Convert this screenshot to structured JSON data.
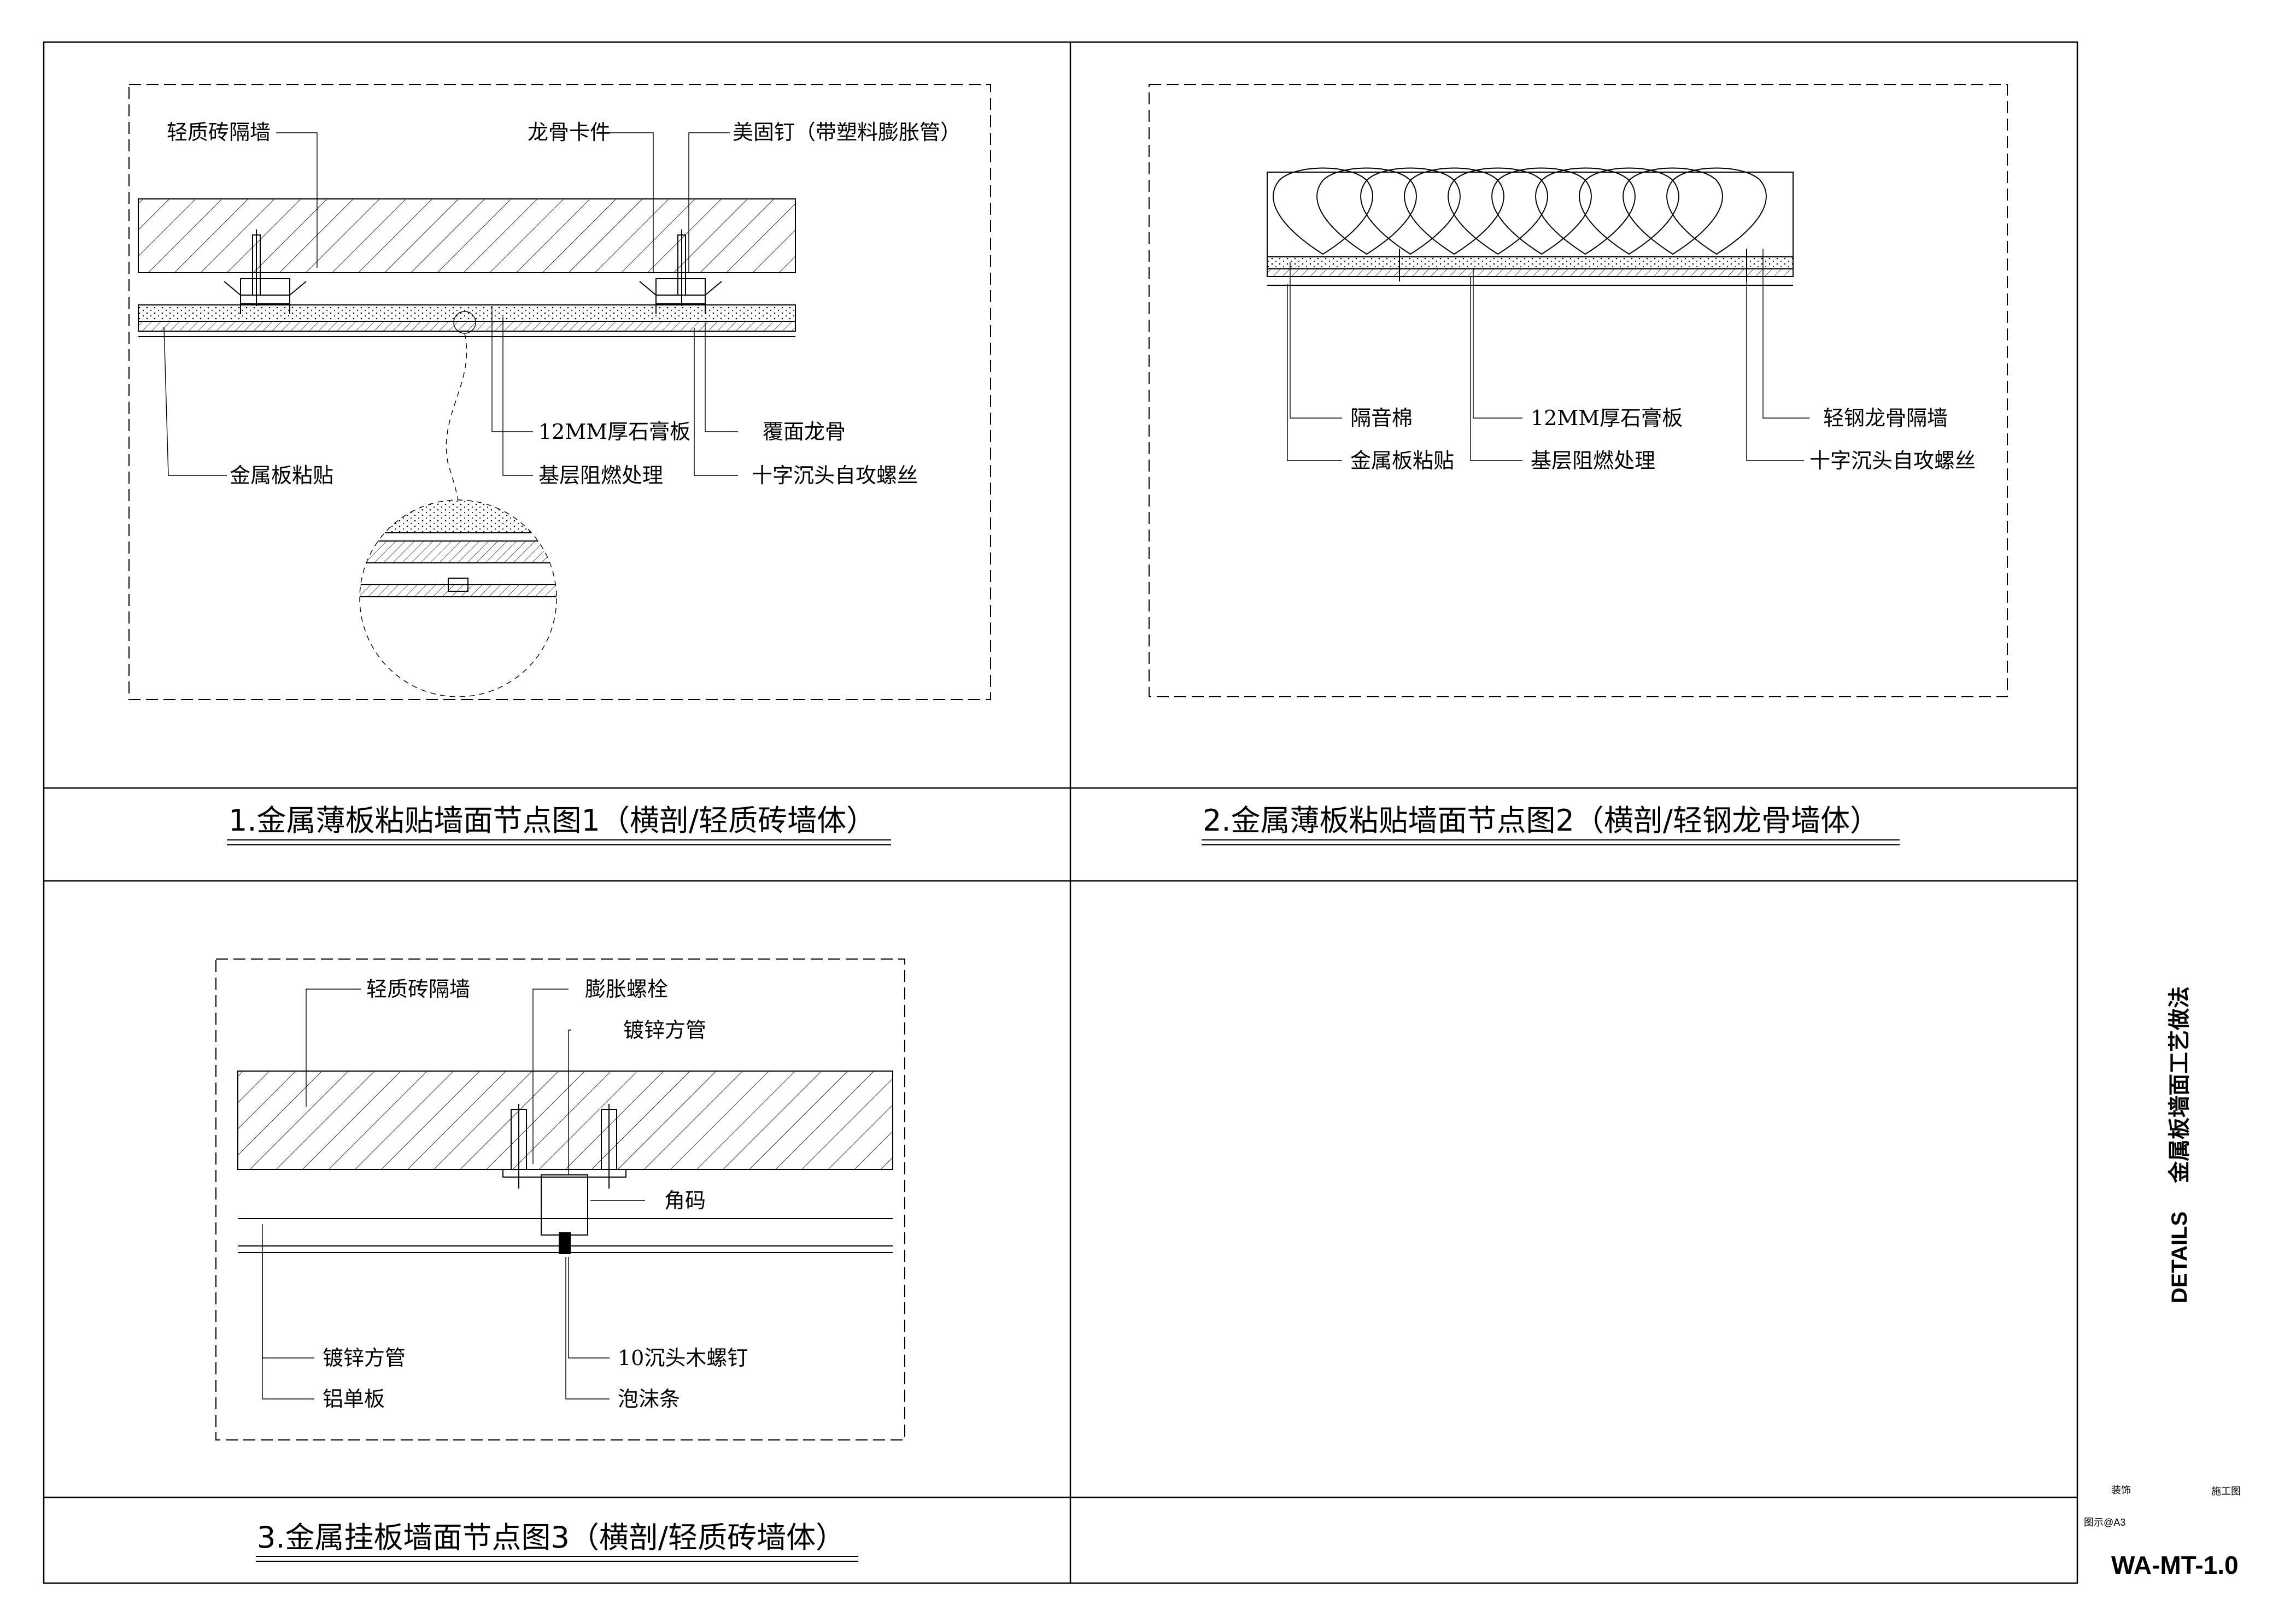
{
  "sheet": {
    "drawing_number": "WA-MT-1.0",
    "title_en": "DETAILS",
    "title_cn": "金属板墙面工艺做法",
    "discipline": "装饰",
    "stage": "施工图",
    "scale": "图示@A3"
  },
  "detail1": {
    "caption": "1.金属薄板粘贴墙面节点图1（横剖/轻质砖墙体）",
    "labels": {
      "wall": "轻质砖隔墙",
      "clip": "龙骨卡件",
      "anchor": "美固钉（带塑料膨胀管）",
      "gypsum": "12MM厚石膏板",
      "stud": "覆面龙骨",
      "metal": "金属板粘贴",
      "fireproof": "基层阻燃处理",
      "screw": "十字沉头自攻螺丝"
    }
  },
  "detail2": {
    "caption": "2.金属薄板粘贴墙面节点图2（横剖/轻钢龙骨墙体）",
    "labels": {
      "insulation": "隔音棉",
      "gypsum": "12MM厚石膏板",
      "partition": "轻钢龙骨隔墙",
      "metal": "金属板粘贴",
      "fireproof": "基层阻燃处理",
      "screw": "十字沉头自攻螺丝"
    }
  },
  "detail3": {
    "caption": "3.金属挂板墙面节点图3（横剖/轻质砖墙体）",
    "labels": {
      "wall": "轻质砖隔墙",
      "bolt": "膨胀螺栓",
      "tube_top": "镀锌方管",
      "angle": "角码",
      "tube": "镀锌方管",
      "screw": "10沉头木螺钉",
      "panel": "铝单板",
      "foam": "泡沫条"
    }
  }
}
